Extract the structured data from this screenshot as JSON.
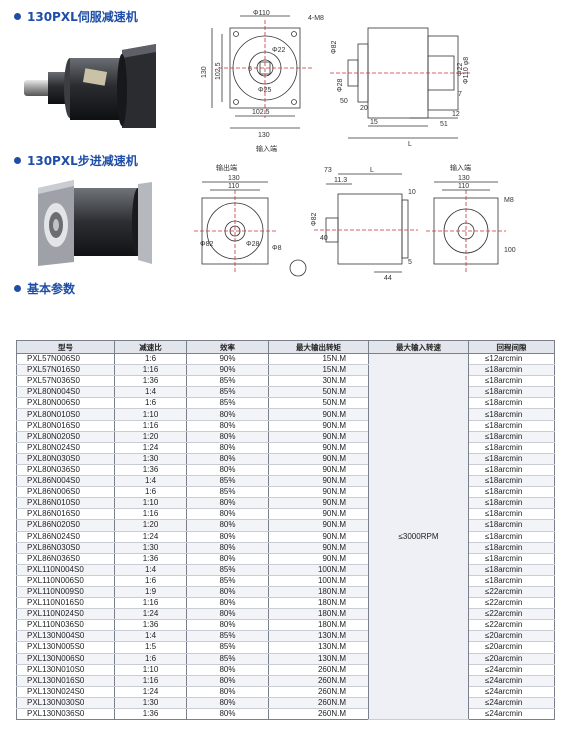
{
  "sections": {
    "servo_title": "130PXL伺服减速机",
    "stepper_title": "130PXL步进减速机",
    "params_title": "基本参数"
  },
  "drawing1": {
    "d110": "Φ110",
    "bolts": "4-M8",
    "d22": "Φ22",
    "sq130": "130",
    "d1025": "102.5",
    "key6": "6",
    "d25": "Φ25",
    "w1025": "102.5",
    "w130": "130",
    "input_label": "输入端",
    "d82": "Φ82",
    "d28": "Φ28",
    "d110m": "Φ110 φ8",
    "d22b": "Φ22",
    "l50": "50",
    "l20": "20",
    "l15": "15",
    "l7": "7",
    "l12": "12",
    "l51": "51",
    "lL": "L"
  },
  "drawing2": {
    "output_label": "输出端",
    "input_label": "输入端",
    "w130": "130",
    "w110": "110",
    "d82": "Φ82",
    "d28": "Φ28",
    "d8": "Φ8",
    "l73": "73",
    "l113": "11.3",
    "lL": "L",
    "l10": "10",
    "l40": "40",
    "l5": "5",
    "l44": "44",
    "sd82": "Φ82",
    "w130b": "130",
    "w110b": "110",
    "m8": "M8",
    "l100": "100"
  },
  "table": {
    "headers": [
      "型号",
      "减速比",
      "效率",
      "最大输出转矩",
      "最大输入转速",
      "回程间隙"
    ],
    "speed": "≤3000RPM",
    "rows": [
      [
        "PXL57N006S0",
        "1:6",
        "90%",
        "15N.M",
        "≤12arcmin"
      ],
      [
        "PXL57N016S0",
        "1:16",
        "90%",
        "15N.M",
        "≤18arcmin"
      ],
      [
        "PXL57N036S0",
        "1:36",
        "85%",
        "30N.M",
        "≤18arcmin"
      ],
      [
        "PXL80N004S0",
        "1:4",
        "85%",
        "50N.M",
        "≤18arcmin"
      ],
      [
        "PXL80N006S0",
        "1:6",
        "85%",
        "50N.M",
        "≤18arcmin"
      ],
      [
        "PXL80N010S0",
        "1:10",
        "80%",
        "90N.M",
        "≤18arcmin"
      ],
      [
        "PXL80N016S0",
        "1:16",
        "80%",
        "90N.M",
        "≤18arcmin"
      ],
      [
        "PXL80N020S0",
        "1:20",
        "80%",
        "90N.M",
        "≤18arcmin"
      ],
      [
        "PXL80N024S0",
        "1:24",
        "80%",
        "90N.M",
        "≤18arcmin"
      ],
      [
        "PXL80N030S0",
        "1:30",
        "80%",
        "90N.M",
        "≤18arcmin"
      ],
      [
        "PXL80N036S0",
        "1:36",
        "80%",
        "90N.M",
        "≤18arcmin"
      ],
      [
        "PXL86N004S0",
        "1:4",
        "85%",
        "90N.M",
        "≤18arcmin"
      ],
      [
        "PXL86N006S0",
        "1:6",
        "85%",
        "90N.M",
        "≤18arcmin"
      ],
      [
        "PXL86N010S0",
        "1:10",
        "80%",
        "90N.M",
        "≤18arcmin"
      ],
      [
        "PXL86N016S0",
        "1:16",
        "80%",
        "90N.M",
        "≤18arcmin"
      ],
      [
        "PXL86N020S0",
        "1:20",
        "80%",
        "90N.M",
        "≤18arcmin"
      ],
      [
        "PXL86N024S0",
        "1:24",
        "80%",
        "90N.M",
        "≤18arcmin"
      ],
      [
        "PXL86N030S0",
        "1:30",
        "80%",
        "90N.M",
        "≤18arcmin"
      ],
      [
        "PXL86N036S0",
        "1:36",
        "80%",
        "90N.M",
        "≤18arcmin"
      ],
      [
        "PXL110N004S0",
        "1:4",
        "85%",
        "100N.M",
        "≤18arcmin"
      ],
      [
        "PXL110N006S0",
        "1:6",
        "85%",
        "100N.M",
        "≤18arcmin"
      ],
      [
        "PXL110N009S0",
        "1:9",
        "80%",
        "180N.M",
        "≤22arcmin"
      ],
      [
        "PXL110N016S0",
        "1:16",
        "80%",
        "180N.M",
        "≤22arcmin"
      ],
      [
        "PXL110N024S0",
        "1:24",
        "80%",
        "180N.M",
        "≤22arcmin"
      ],
      [
        "PXL110N036S0",
        "1:36",
        "80%",
        "180N.M",
        "≤22arcmin"
      ],
      [
        "PXL130N004S0",
        "1:4",
        "85%",
        "130N.M",
        "≤20arcmin"
      ],
      [
        "PXL130N005S0",
        "1:5",
        "85%",
        "130N.M",
        "≤20arcmin"
      ],
      [
        "PXL130N006S0",
        "1:6",
        "85%",
        "130N.M",
        "≤20arcmin"
      ],
      [
        "PXL130N010S0",
        "1:10",
        "80%",
        "260N.M",
        "≤24arcmin"
      ],
      [
        "PXL130N016S0",
        "1:16",
        "80%",
        "260N.M",
        "≤24arcmin"
      ],
      [
        "PXL130N024S0",
        "1:24",
        "80%",
        "260N.M",
        "≤24arcmin"
      ],
      [
        "PXL130N030S0",
        "1:30",
        "80%",
        "260N.M",
        "≤24arcmin"
      ],
      [
        "PXL130N036S0",
        "1:36",
        "80%",
        "260N.M",
        "≤24arcmin"
      ]
    ]
  }
}
